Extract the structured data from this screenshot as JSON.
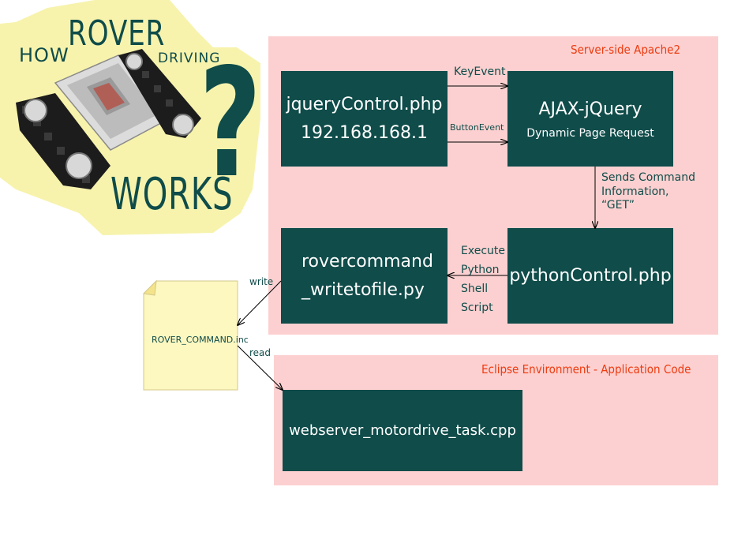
{
  "logo": {
    "how": "HOW",
    "rover": "ROVER",
    "driving": "DRIVING",
    "works": "WORKS",
    "question_mark": "?",
    "colors": {
      "bubble": "#f7f3ad",
      "text": "#0f4c4a"
    }
  },
  "regions": {
    "server": {
      "title": "Server-side Apache2",
      "color": "#fcd0d0"
    },
    "eclipse": {
      "title": "Eclipse Environment - Application Code",
      "color": "#fcd0d0"
    }
  },
  "nodes": {
    "jquery_control": {
      "line1": "jqueryControl.php",
      "line2": "192.168.168.1"
    },
    "ajax": {
      "line1": "AJAX-jQuery",
      "line2": "Dynamic Page Request"
    },
    "python_control": {
      "line1": "pythonControl.php"
    },
    "rover_command": {
      "line1": "rovercommand",
      "line2": "_writetofile.py"
    },
    "motordrive": {
      "line1": "webserver_motordrive_task.cpp"
    },
    "file": {
      "label": "ROVER_COMMAND.inc"
    }
  },
  "edges": {
    "key_event": "KeyEvent",
    "button_event": "ButtonEvent",
    "sends_command": [
      "Sends Command",
      "Information,",
      "“GET”"
    ],
    "execute_python": [
      "Execute",
      "Python",
      "Shell",
      "Script"
    ],
    "write": "write",
    "read": "read"
  },
  "colors": {
    "box": "#0f4c4a",
    "title": "#ee3b10",
    "note": "#fdf7c0"
  }
}
